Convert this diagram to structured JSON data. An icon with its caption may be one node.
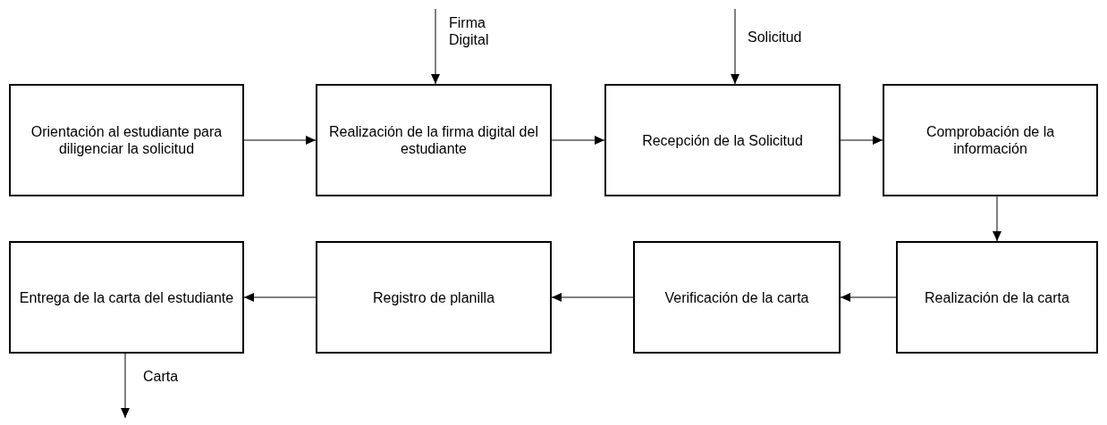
{
  "diagram": {
    "nodes": [
      {
        "text": [
          "Orientación al estudiante para diligenciar la solicitud"
        ]
      },
      {
        "text": [
          "Realización de la firma digital del estudiante"
        ]
      },
      {
        "text": [
          "Recepción de la Solicitud"
        ]
      },
      {
        "text": [
          "Comprobación de la información"
        ]
      },
      {
        "text": [
          "Realización de la carta"
        ]
      },
      {
        "text": [
          "Verificación de la carta"
        ]
      },
      {
        "text": [
          "Registro de planilla"
        ]
      },
      {
        "text": [
          "Entrega de la carta del estudiante"
        ]
      }
    ],
    "edges": [
      {
        "from": 0,
        "to": 1,
        "arrow": "to"
      },
      {
        "from": 1,
        "to": 2,
        "arrow": "to"
      },
      {
        "from": 2,
        "to": 3,
        "arrow": "to"
      },
      {
        "from": 3,
        "to": 4,
        "arrow": "to"
      },
      {
        "from": 4,
        "to": 5,
        "arrow": "to"
      },
      {
        "from": 5,
        "to": 6,
        "arrow": "to"
      },
      {
        "from": 6,
        "to": 7,
        "arrow": "to"
      },
      {
        "from": null,
        "to": 1,
        "arrow": "to",
        "label": "Firma Digital"
      },
      {
        "from": null,
        "to": 2,
        "arrow": "to",
        "label": "Solicitud"
      },
      {
        "from": 7,
        "to": null,
        "arrow": "to",
        "label": "Carta"
      }
    ]
  }
}
